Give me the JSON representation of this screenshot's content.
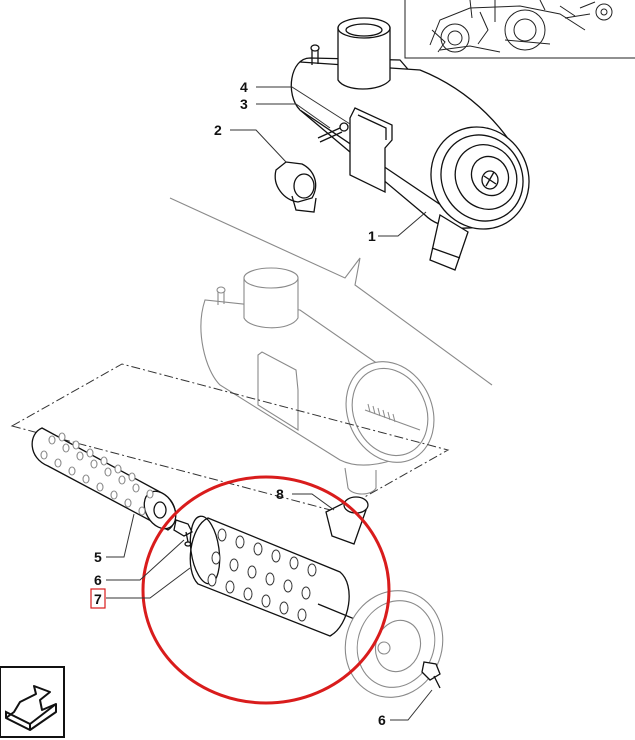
{
  "callouts": {
    "c1": "1",
    "c2": "2",
    "c3": "3",
    "c4": "4",
    "c5": "5",
    "c6a": "6",
    "c6b": "6",
    "c7": "7",
    "c8": "8"
  },
  "colors": {
    "highlight_circle": "#d91c1c",
    "callout_box": "#d91c1c",
    "line_art": "#111111",
    "ghost_line_art": "#8a8a8a"
  },
  "icons": {
    "nav": "return-arrow-icon"
  }
}
